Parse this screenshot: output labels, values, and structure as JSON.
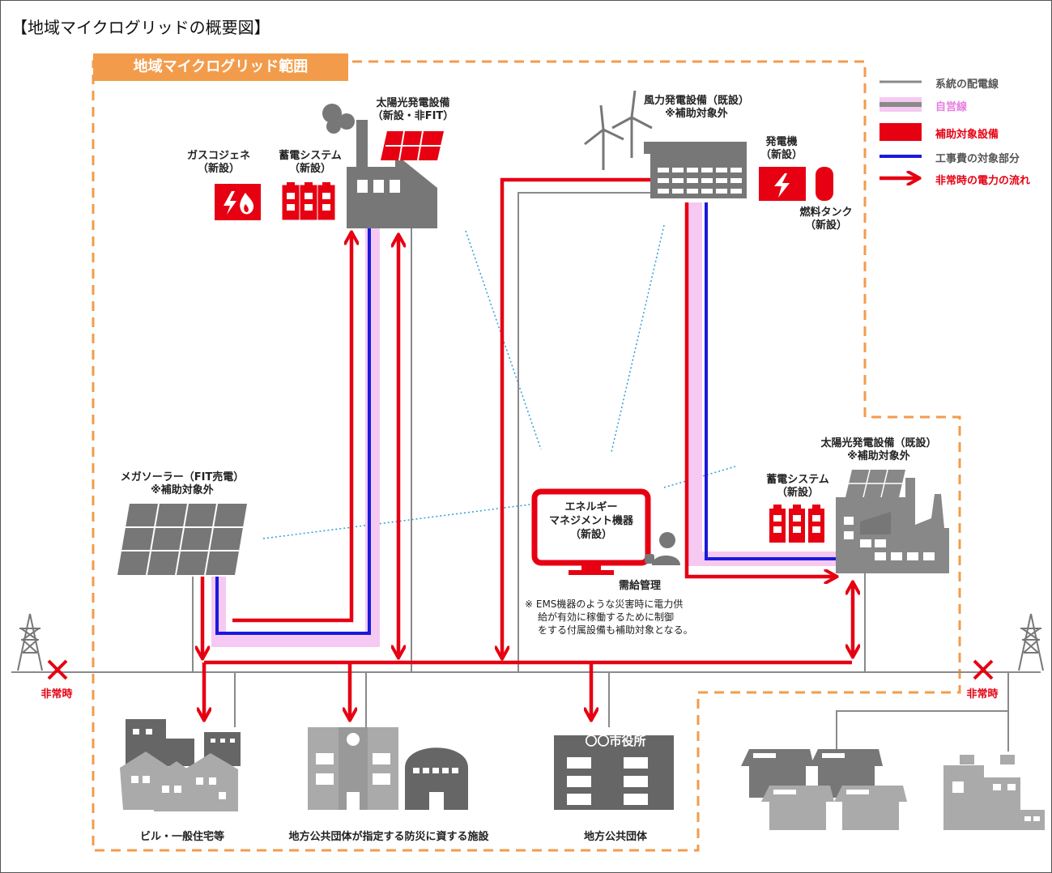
{
  "title": "【地域マイクログリッドの概要図】",
  "range_label": "地域マイクログリッド範囲",
  "legend": {
    "grid_line": "系統の配電線",
    "private_line": "自営線",
    "subsidy_equipment": "補助対象設備",
    "construction_part": "工事費の対象部分",
    "emergency_flow": "非常時の電力の流れ"
  },
  "labels": {
    "solar_new_1": "太陽光発電設備",
    "solar_new_2": "（新設・非FIT）",
    "gas_1": "ガスコジェネ",
    "gas_2": "（新設）",
    "battery_a_1": "蓄電システム",
    "battery_a_2": "（新設）",
    "wind_1": "風力発電設備（既設）",
    "wind_2": "※補助対象外",
    "generator_1": "発電機",
    "generator_2": "（新設）",
    "fuel_1": "燃料タンク",
    "fuel_2": "（新設）",
    "mega_1": "メガソーラー（FIT売電）",
    "mega_2": "※補助対象外",
    "solar_exist_1": "太陽光発電設備（既設）",
    "solar_exist_2": "※補助対象外",
    "battery_b_1": "蓄電システム",
    "battery_b_2": "（新設）",
    "ems_1": "エネルギー",
    "ems_2": "マネジメント機器",
    "ems_3": "（新設）",
    "supply_demand": "需給管理",
    "note_1": "※ EMS機器のような災害時に電力供",
    "note_2": "給が有効に稼働するために制御",
    "note_3": "をする付属設備も補助対象となる。",
    "emergency_left": "非常時",
    "emergency_right": "非常時",
    "buildings": "ビル・一般住宅等",
    "disaster_facility": "地方公共団体が指定する防災に資する施設",
    "local_gov": "地方公共団体",
    "city_hall": "〇〇市役所"
  },
  "colors": {
    "grid": "#8a8a8a",
    "private": "#f6c9f2",
    "subsidy": "#e60012",
    "construction": "#1a1adb",
    "flow": "#e60012",
    "range": "#f29c4b",
    "equipment": "#777777",
    "house": "#a9a9a9"
  },
  "icons": [
    "transmission-tower-icon",
    "cross-mark-icon",
    "factory-icon",
    "wind-turbine-icon",
    "solar-panel-icon",
    "battery-icon",
    "cogeneration-icon",
    "generator-icon",
    "fuel-tank-icon",
    "monitor-icon",
    "operator-icon",
    "building-icon",
    "school-icon",
    "gymnasium-icon",
    "city-hall-icon",
    "house-icon"
  ]
}
